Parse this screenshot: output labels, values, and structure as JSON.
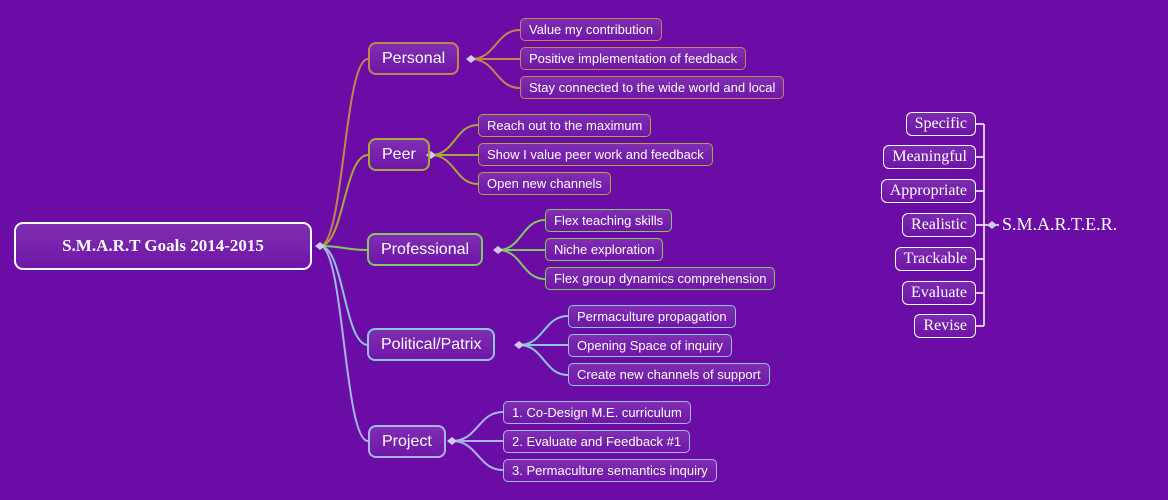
{
  "root": {
    "label": "S.M.A.R.T Goals 2014-2015"
  },
  "branches": [
    {
      "label": "Personal",
      "color": "#C5854E",
      "children": [
        "Value my contribution",
        "Positive implementation of feedback",
        "Stay connected to the wide world and local"
      ]
    },
    {
      "label": "Peer",
      "color": "#A9A838",
      "children": [
        "Reach out to the maximum",
        "Show I value peer work and feedback",
        "Open new channels"
      ]
    },
    {
      "label": "Professional",
      "color": "#82C965",
      "children": [
        "Flex teaching skills",
        "Niche exploration",
        "Flex group dynamics comprehension"
      ]
    },
    {
      "label": "Political/Patrix",
      "color": "#8FC4DF",
      "children": [
        "Permaculture propagation",
        "Opening Space of inquiry",
        "Create new channels of support"
      ]
    },
    {
      "label": "Project",
      "color": "#A7B4E6",
      "children": [
        "1. Co-Design M.E. curriculum",
        "2. Evaluate and Feedback #1",
        "3. Permaculture semantics inquiry"
      ]
    }
  ],
  "smarter": {
    "label": "S.M.A.R.T.E.R.",
    "items": [
      "Specific",
      "Meaningful",
      "Appropriate",
      "Realistic",
      "Trackable",
      "Evaluate",
      "Revise"
    ]
  },
  "colors": {
    "background": "#6A0CA5",
    "text": "#FFFFFF",
    "connector_diamond": "#CFC9EA",
    "smarter_bracket": "#FFFFFF"
  }
}
